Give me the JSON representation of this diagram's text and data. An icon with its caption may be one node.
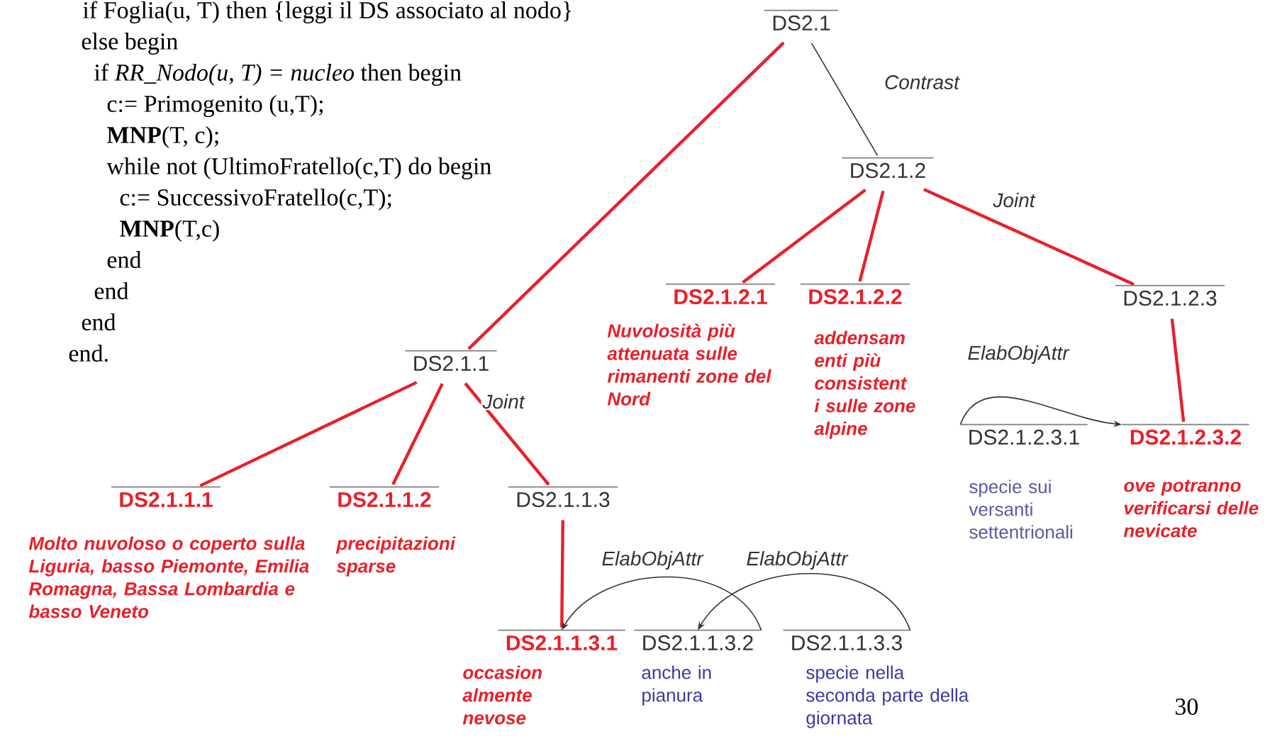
{
  "diagram": {
    "nodes": [
      {
        "text": [
          "DS2.1"
        ]
      },
      {
        "text": [
          "DS2.1.1"
        ]
      },
      {
        "text": [
          "DS2.1.2"
        ]
      },
      {
        "text": [
          "DS2.1.1.1"
        ],
        "beside": [
          "Molto nuvoloso o coperto sulla Liguria, basso Piemonte, Emilia Romagna, Bassa Lombardia e basso Veneto"
        ]
      },
      {
        "text": [
          "DS2.1.1.2"
        ],
        "beside": [
          "precipitazioni sparse"
        ]
      },
      {
        "text": [
          "DS2.1.1.3"
        ]
      },
      {
        "text": [
          "DS2.1.2.1"
        ],
        "beside": [
          "Nuvolosità più attenuata sulle rimanenti zone del Nord"
        ]
      },
      {
        "text": [
          "DS2.1.2.2"
        ],
        "beside": [
          "addensam enti più consistent i sulle zone alpine"
        ]
      },
      {
        "text": [
          "DS2.1.2.3"
        ]
      },
      {
        "text": [
          "DS2.1.1.3.1"
        ],
        "beside": [
          "occasion almente nevose"
        ]
      },
      {
        "text": [
          "DS2.1.1.3.2"
        ],
        "beside": [
          "anche in pianura"
        ]
      },
      {
        "text": [
          "DS2.1.1.3.3"
        ],
        "beside": [
          "specie nella seconda parte della giornata"
        ]
      },
      {
        "text": [
          "DS2.1.2.3.1"
        ],
        "beside": [
          "specie sui versanti settentrionali"
        ]
      },
      {
        "text": [
          "DS2.1.2.3.2"
        ],
        "beside": [
          "ove potranno verificarsi delle nevicate"
        ]
      }
    ],
    "edges": [
      {
        "from": 0,
        "to": 1,
        "arrow": "none"
      },
      {
        "from": 0,
        "to": 2,
        "arrow": "none",
        "label": "Contrast",
        "color": "#333333"
      },
      {
        "from": 2,
        "to": 6,
        "arrow": "none"
      },
      {
        "from": 2,
        "to": 7,
        "arrow": "none"
      },
      {
        "from": 2,
        "to": 8,
        "arrow": "none",
        "label": "Joint"
      },
      {
        "from": 1,
        "to": 3,
        "arrow": "none"
      },
      {
        "from": 1,
        "to": 4,
        "arrow": "none"
      },
      {
        "from": 1,
        "to": 5,
        "arrow": "none",
        "label": "Joint"
      },
      {
        "from": 5,
        "to": 9,
        "arrow": "none"
      },
      {
        "from": 8,
        "to": 13,
        "arrow": "none"
      },
      {
        "from": 10,
        "to": 9,
        "arrow": "to",
        "label": "ElabObjAttr",
        "color": "#333333"
      },
      {
        "from": 11,
        "to": 10,
        "arrow": "to",
        "label": "ElabObjAttr",
        "color": "#333333"
      },
      {
        "from": 12,
        "to": 13,
        "arrow": "to",
        "label": "ElabObjAttr",
        "color": "#333333"
      }
    ],
    "labels": [
      "if Foglia(u, T) then {leggi il DS associato al nodo}",
      "else begin",
      "if *RR_Nodo(u, T) = nucleo* then begin",
      "c:= Primogenito (u,T);",
      "**MNP**(T, c);",
      "while not (UltimoFratello(c,T) do begin",
      "c:= SuccessivoFratello(c,T);",
      "**MNP**(T,c)",
      "end",
      "end",
      "end",
      "end.",
      "30"
    ]
  }
}
